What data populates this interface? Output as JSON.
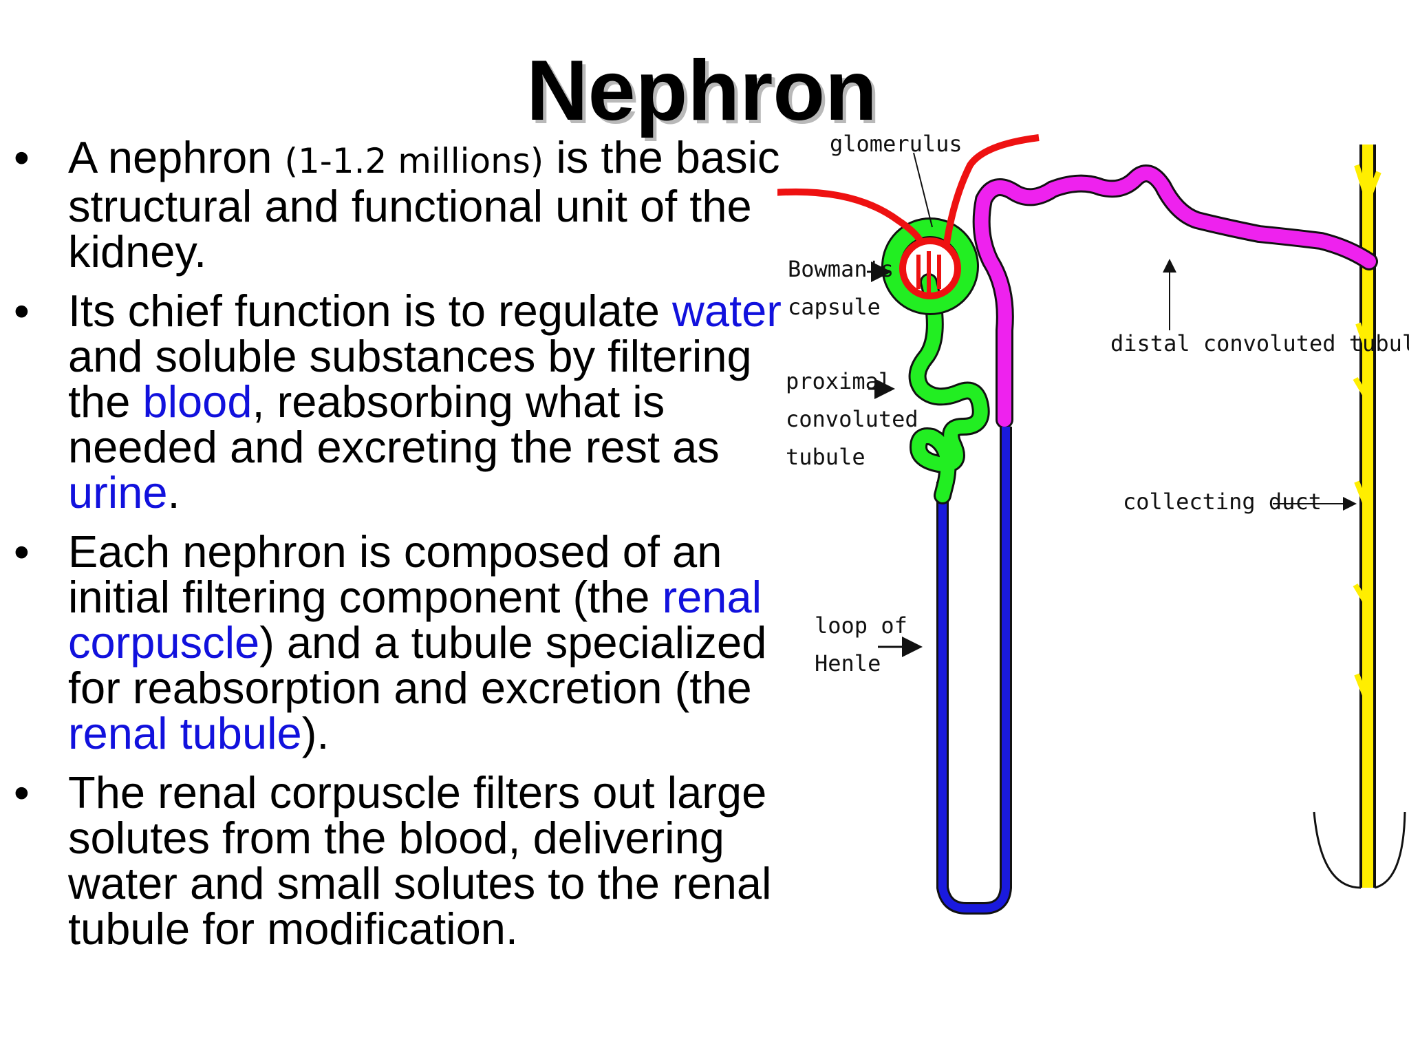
{
  "title": "Nephron",
  "bullets": [
    {
      "a": "A nephron ",
      "small": "(1-1.2 millions)",
      "b": " is the basic structural and functional unit of the kidney."
    },
    {
      "a": "Its chief function is to regulate ",
      "link1": "water",
      "b": " and soluble substances by filtering the ",
      "link2": "blood",
      "c": ", reabsorbing what is needed and excreting the rest as ",
      "link3": "urine",
      "d": "."
    },
    {
      "a": "Each nephron is composed of an initial filtering component (the ",
      "link1": "renal corpuscle",
      "b": ") and a tubule specialized for reabsorption and excretion (the ",
      "link2": "renal tubule",
      "c": ")."
    },
    {
      "a": "The renal corpuscle filters out large solutes from the blood, delivering water and small solutes to the renal tubule for modification."
    }
  ],
  "bullet_symbol": "•",
  "diagram": {
    "labels": {
      "glomerulus": "glomerulus",
      "bowmans_1": "Bowman's",
      "bowmans_2": "capsule",
      "proximal_1": "proximal",
      "proximal_2": "convoluted",
      "proximal_3": "tubule",
      "distal": "distal convoluted tubule",
      "collecting": "collecting duct",
      "loop_1": "loop of",
      "loop_2": "Henle"
    },
    "colors": {
      "blood_vessel": "#ee1111",
      "bowmans_capsule": "#22ee22",
      "proximal_tubule": "#22ee22",
      "distal_tubule": "#ee22ee",
      "loop_of_henle": "#1a1add",
      "collecting_duct": "#ffee00",
      "link_text": "#1111dd"
    }
  }
}
